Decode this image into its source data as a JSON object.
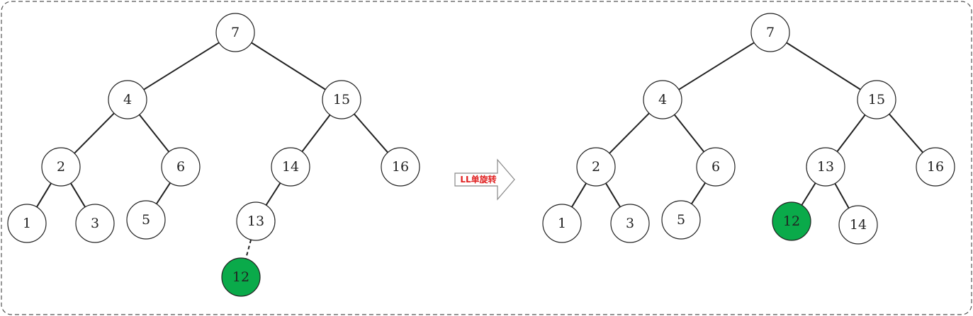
{
  "colors": {
    "default_node_fill": "#ffffff",
    "highlight_node_fill": "#0aaa4a",
    "arrow_label_color": "#e02020",
    "arrow_gradient_start": "#ffffff",
    "arrow_gradient_end": "#b0b0b0"
  },
  "arrow": {
    "label": "LL单旋转"
  },
  "trees": [
    {
      "id": "before",
      "nodes": [
        {
          "id": "b7",
          "label": "7"
        },
        {
          "id": "b4",
          "label": "4"
        },
        {
          "id": "b15",
          "label": "15"
        },
        {
          "id": "b2",
          "label": "2"
        },
        {
          "id": "b6",
          "label": "6"
        },
        {
          "id": "b14",
          "label": "14"
        },
        {
          "id": "b16",
          "label": "16"
        },
        {
          "id": "b1",
          "label": "1"
        },
        {
          "id": "b3",
          "label": "3"
        },
        {
          "id": "b5",
          "label": "5"
        },
        {
          "id": "b13",
          "label": "13"
        },
        {
          "id": "b12",
          "label": "12",
          "highlight": true
        }
      ],
      "edges": [
        {
          "from": "b7",
          "to": "b4"
        },
        {
          "from": "b7",
          "to": "b15"
        },
        {
          "from": "b4",
          "to": "b2"
        },
        {
          "from": "b4",
          "to": "b6"
        },
        {
          "from": "b15",
          "to": "b14"
        },
        {
          "from": "b15",
          "to": "b16"
        },
        {
          "from": "b2",
          "to": "b1"
        },
        {
          "from": "b2",
          "to": "b3"
        },
        {
          "from": "b6",
          "to": "b5"
        },
        {
          "from": "b14",
          "to": "b13"
        },
        {
          "from": "b13",
          "to": "b12",
          "dashed": true
        }
      ]
    },
    {
      "id": "after",
      "nodes": [
        {
          "id": "a7",
          "label": "7"
        },
        {
          "id": "a4",
          "label": "4"
        },
        {
          "id": "a15",
          "label": "15"
        },
        {
          "id": "a2",
          "label": "2"
        },
        {
          "id": "a6",
          "label": "6"
        },
        {
          "id": "a13",
          "label": "13"
        },
        {
          "id": "a16",
          "label": "16"
        },
        {
          "id": "a1",
          "label": "1"
        },
        {
          "id": "a3",
          "label": "3"
        },
        {
          "id": "a5",
          "label": "5"
        },
        {
          "id": "a12",
          "label": "12",
          "highlight": true
        },
        {
          "id": "a14",
          "label": "14"
        }
      ],
      "edges": [
        {
          "from": "a7",
          "to": "a4"
        },
        {
          "from": "a7",
          "to": "a15"
        },
        {
          "from": "a4",
          "to": "a2"
        },
        {
          "from": "a4",
          "to": "a6"
        },
        {
          "from": "a15",
          "to": "a13"
        },
        {
          "from": "a15",
          "to": "a16"
        },
        {
          "from": "a2",
          "to": "a1"
        },
        {
          "from": "a2",
          "to": "a3"
        },
        {
          "from": "a6",
          "to": "a5"
        },
        {
          "from": "a13",
          "to": "a12"
        },
        {
          "from": "a13",
          "to": "a14"
        }
      ]
    }
  ]
}
